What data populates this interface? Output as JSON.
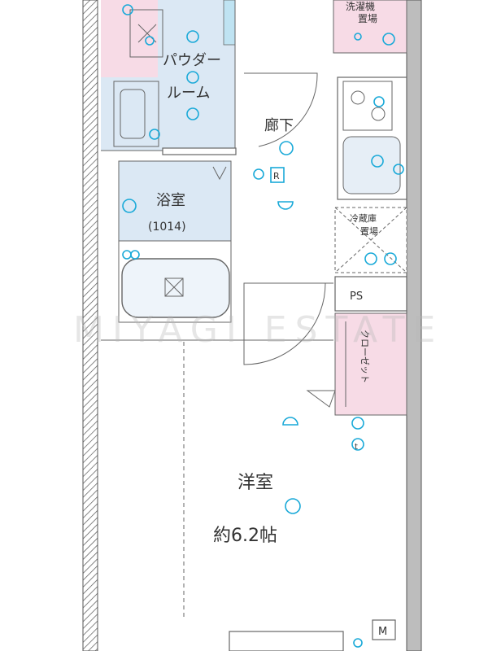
{
  "rooms": {
    "powder_room_line1": "パウダー",
    "powder_room_line2": "ルーム",
    "hallway": "廊下",
    "bathroom": "浴室",
    "bathroom_size": "(1014)",
    "western_room": "洋室",
    "western_room_size": "約6.2帖"
  },
  "labels": {
    "washer_line1": "洗濯機",
    "washer_line2": "置場",
    "fridge_line1": "冷蔵庫",
    "fridge_line2": "置場",
    "pipe_space": "PS",
    "closet": "クローゼット",
    "meter": "M",
    "outlet_r": "R",
    "outlet_t": "t"
  },
  "watermark": "MIYAGI ESTATE",
  "colors": {
    "equipment": "#19a9d8",
    "wet_area": "#dbe8f4",
    "storage": "#f7dbe6",
    "wall_line": "#666666"
  }
}
